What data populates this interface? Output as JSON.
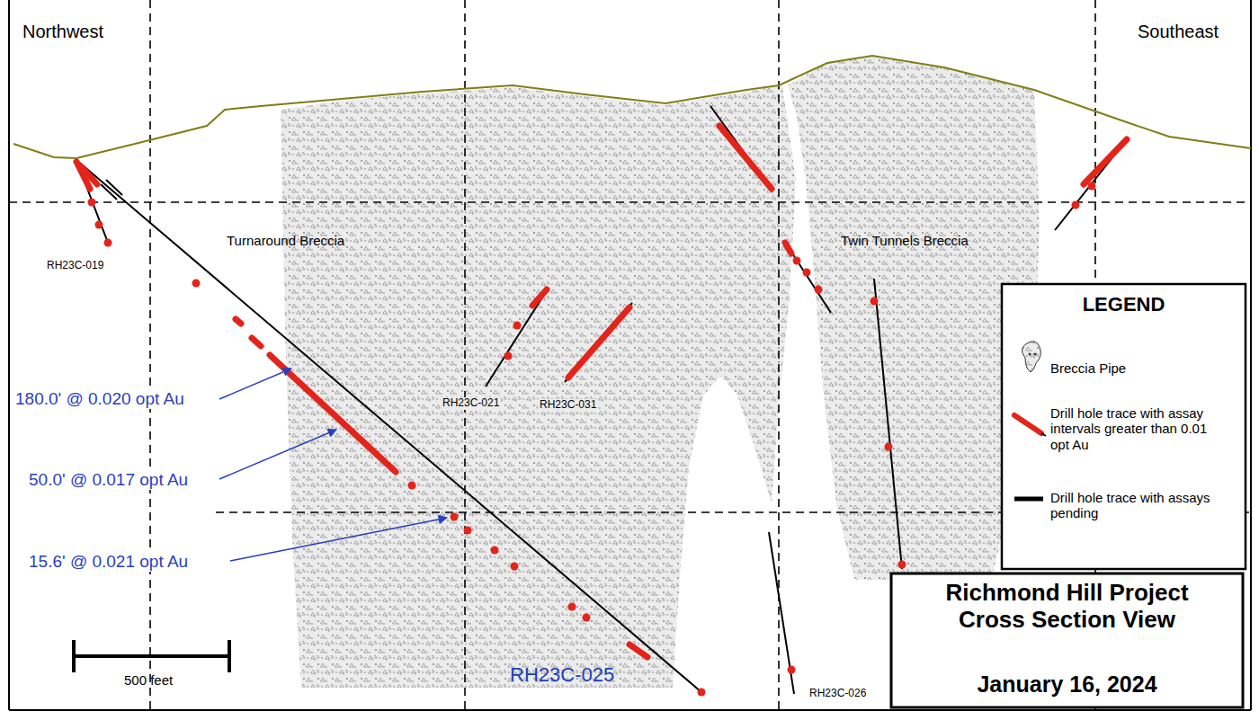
{
  "diagram": {
    "title": "Richmond Hill Project Cross Section View",
    "labels": [
      "Northwest",
      "Southeast",
      "Turnaround Breccia",
      "Twin Tunnels Breccia",
      "RH23C-019",
      "RH23C-021",
      "RH23C-031",
      "RH23C-025",
      "RH23C-026",
      "180.0' @ 0.020 opt Au",
      "50.0' @ 0.017 opt Au",
      "15.6' @ 0.021 opt Au",
      "500 feet",
      "LEGEND",
      "January 16, 2024"
    ],
    "legend": [
      {
        "text": "Breccia Pipe"
      },
      {
        "text": "Drill hole trace with assay intervals greater than 0.01 opt Au"
      },
      {
        "text": "Drill hole trace with assays pending"
      }
    ]
  }
}
